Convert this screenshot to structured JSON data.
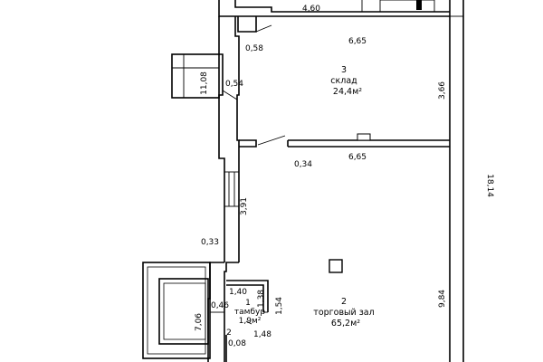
{
  "rooms": [
    {
      "number": "3",
      "name": "склад",
      "area": "24,4м²"
    },
    {
      "number": "2",
      "name": "торговый зал",
      "area": "65,2м²"
    },
    {
      "number": "1",
      "name": "тамбур",
      "area": "1,9м²"
    }
  ],
  "dimensions": {
    "top_460": "4,60",
    "top_058": "0,58",
    "top_665": "6,65",
    "side_1108": "11,08",
    "top_054": "0,54",
    "right_366": "3,66",
    "mid_034": "0,34",
    "mid_665": "6,65",
    "overall_1814": "18,14",
    "side_391": "3,91",
    "side_033": "0,33",
    "tambur_140": "1,40",
    "tambur_138": "1,38",
    "tambur_154": "1,54",
    "right_984": "9,84",
    "tambur_046": "0,46",
    "side_706": "7,06",
    "tambur_148": "1,48",
    "entry_008": "0,08",
    "entry_2": "2"
  }
}
